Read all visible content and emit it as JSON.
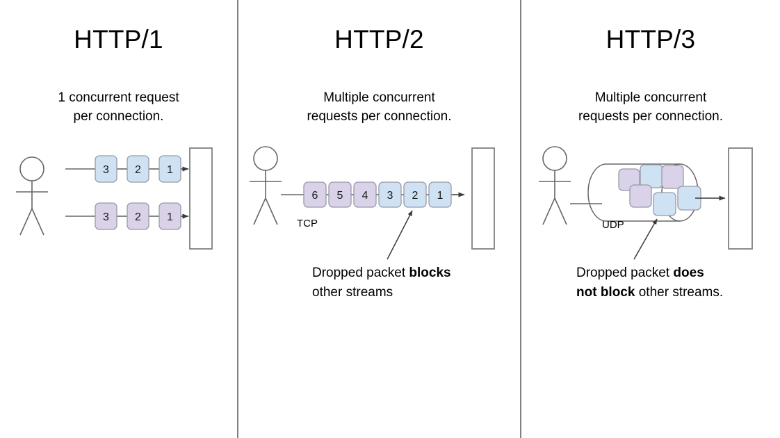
{
  "diagram": {
    "title_hidden": "HTTP versions concurrency comparison",
    "background": "#ffffff",
    "divider_color": "#808080",
    "stroke_color": "#666666",
    "packet_blue": "#cfe2f3",
    "packet_purple": "#d9d2e9",
    "packet_border": "#9999a8"
  },
  "panels": [
    {
      "id": "http1",
      "title": "HTTP/1",
      "description": "1 concurrent request\nper connection.",
      "transport_label": "",
      "caption_plain": "",
      "rows": [
        {
          "color": "blue",
          "packets": [
            "3",
            "2",
            "1"
          ]
        },
        {
          "color": "purple",
          "packets": [
            "3",
            "2",
            "1"
          ]
        }
      ]
    },
    {
      "id": "http2",
      "title": "HTTP/2",
      "description": "Multiple concurrent\nrequests per connection.",
      "transport_label": "TCP",
      "caption_parts": [
        {
          "text": "Dropped packet ",
          "bold": false
        },
        {
          "text": "blocks",
          "bold": true
        },
        {
          "text": "\nother streams",
          "bold": false
        }
      ],
      "rows": [
        {
          "color": "mixed",
          "packets": [
            "6",
            "5",
            "4",
            "3",
            "2",
            "1"
          ],
          "colors": [
            "purple",
            "purple",
            "purple",
            "blue",
            "blue",
            "blue"
          ]
        }
      ],
      "arrow_target_packet": "2"
    },
    {
      "id": "http3",
      "title": "HTTP/3",
      "description": "Multiple concurrent\nrequests per connection.",
      "transport_label": "UDP",
      "caption_parts": [
        {
          "text": "Dropped packet ",
          "bold": false
        },
        {
          "text": "does",
          "bold": true
        },
        {
          "text": "\n",
          "bold": false
        },
        {
          "text": "not block",
          "bold": true
        },
        {
          "text": " other streams.",
          "bold": false
        }
      ],
      "tube_packets": [
        {
          "color": "purple"
        },
        {
          "color": "blue"
        },
        {
          "color": "purple"
        },
        {
          "color": "blue"
        },
        {
          "color": "purple"
        },
        {
          "color": "blue"
        }
      ]
    }
  ],
  "captions": {
    "http2_line1_a": "Dropped packet ",
    "http2_line1_b": "blocks",
    "http2_line2": "other streams",
    "http3_line1_a": "Dropped packet ",
    "http3_line1_b": "does",
    "http3_line2_a": "not block",
    "http3_line2_b": " other streams."
  },
  "labels": {
    "tcp": "TCP",
    "udp": "UDP"
  }
}
